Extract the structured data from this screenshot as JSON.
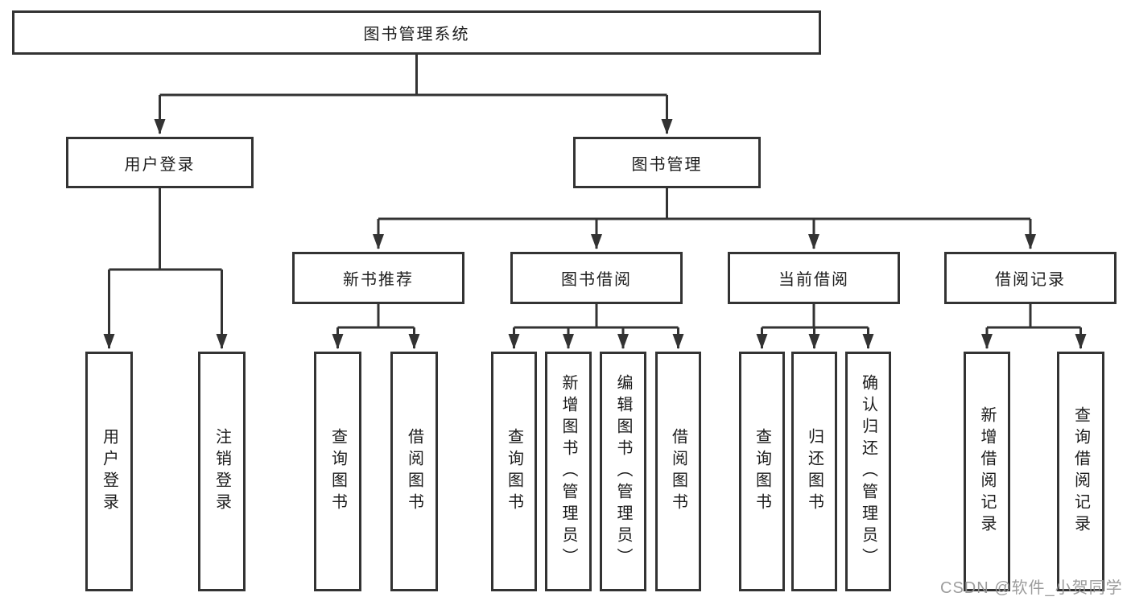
{
  "diagram": {
    "root": {
      "label": "图书管理系统"
    },
    "branches": [
      {
        "label": "用户登录",
        "children": [
          {
            "label": "用户登录"
          },
          {
            "label": "注销登录"
          }
        ]
      },
      {
        "label": "图书管理",
        "children": [
          {
            "label": "新书推荐",
            "children": [
              {
                "label": "查询图书"
              },
              {
                "label": "借阅图书"
              }
            ]
          },
          {
            "label": "图书借阅",
            "children": [
              {
                "label": "查询图书"
              },
              {
                "label": "新增图书（管理员）"
              },
              {
                "label": "编辑图书（管理员）"
              },
              {
                "label": "借阅图书"
              }
            ]
          },
          {
            "label": "当前借阅",
            "children": [
              {
                "label": "查询图书"
              },
              {
                "label": "归还图书"
              },
              {
                "label": "确认归还（管理员）"
              }
            ]
          },
          {
            "label": "借阅记录",
            "children": [
              {
                "label": "新增借阅记录"
              },
              {
                "label": "查询借阅记录"
              }
            ]
          }
        ]
      }
    ]
  },
  "watermark": {
    "text": "CSDN @软件_小贺同学"
  },
  "colors": {
    "line": "#333333",
    "box_border": "#333333",
    "text": "#1c1c1c",
    "watermark": "#949494",
    "background": "#ffffff"
  }
}
